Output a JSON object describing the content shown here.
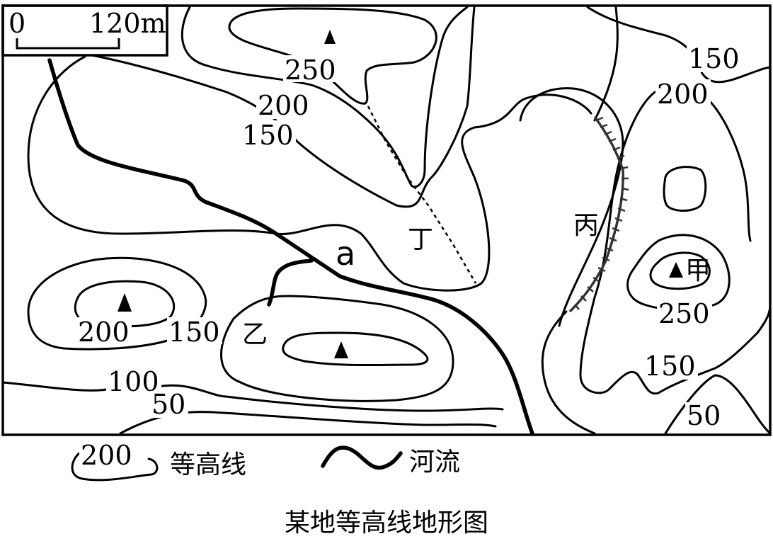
{
  "scale_bar": {
    "start": "0",
    "end": "120m"
  },
  "contour_labels": {
    "top_250": "250",
    "top_200": "200",
    "top_150": "150",
    "right_150": "150",
    "right_200": "200",
    "left_200": "200",
    "left_150": "150",
    "bottom_100": "100",
    "bottom_50": "50",
    "jia_250": "250",
    "jia_150": "150",
    "right_50": "50"
  },
  "place_labels": {
    "a": "a",
    "bing": "丙",
    "ding": "丁",
    "yi": "乙",
    "jia": "甲"
  },
  "legend": {
    "sample_value": "200",
    "contour_label": "等高线",
    "river_label": "河流"
  },
  "caption": "某地等高线地形图"
}
